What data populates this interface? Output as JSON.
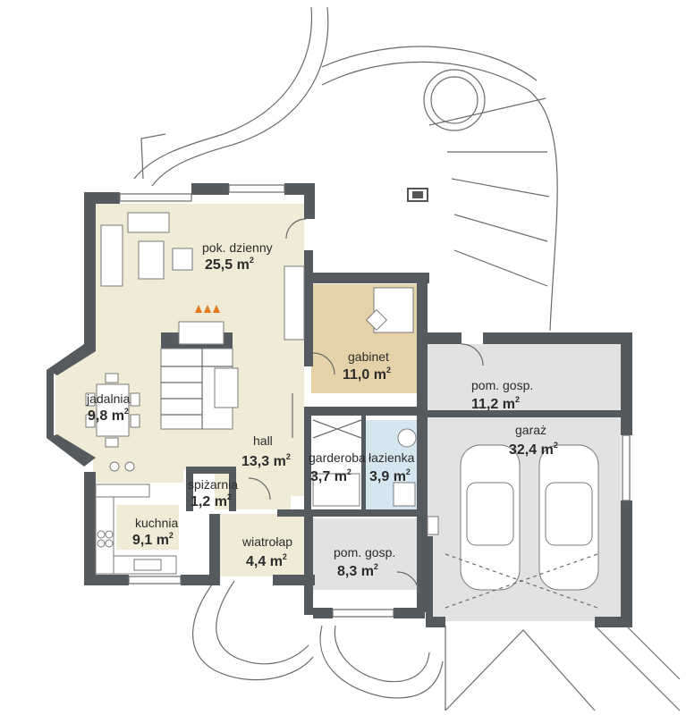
{
  "rooms": [
    {
      "id": "pokoj-dzienny",
      "name": "pok. dzienny",
      "area": "25,5 m",
      "sup": "2"
    },
    {
      "id": "jadalnia",
      "name": "jadalnia",
      "area": "9,8 m",
      "sup": "2"
    },
    {
      "id": "hall",
      "name": "hall",
      "area": "13,3 m",
      "sup": "2"
    },
    {
      "id": "spizarnia",
      "name": "spiżarnia",
      "area": "1,2 m",
      "sup": "2"
    },
    {
      "id": "kuchnia",
      "name": "kuchnia",
      "area": "9,1 m",
      "sup": "2"
    },
    {
      "id": "wiatrolap",
      "name": "wiatrołap",
      "area": "4,4 m",
      "sup": "2"
    },
    {
      "id": "gabinet",
      "name": "gabinet",
      "area": "11,0 m",
      "sup": "2"
    },
    {
      "id": "garderoba",
      "name": "garderoba",
      "area": "3,7 m",
      "sup": "2"
    },
    {
      "id": "lazienka",
      "name": "łazienka",
      "area": "3,9 m",
      "sup": "2"
    },
    {
      "id": "pom-gosp-small",
      "name": "pom. gosp.",
      "area": "8,3 m",
      "sup": "2"
    },
    {
      "id": "pom-gosp-garage",
      "name": "pom. gosp.",
      "area": "11,2 m",
      "sup": "2"
    },
    {
      "id": "garaz",
      "name": "garaż",
      "area": "32,4 m",
      "sup": "2"
    }
  ],
  "colors": {
    "living": "#efebd6",
    "study": "#e6d2a8",
    "bath": "#d6e6f0",
    "utility": "#e2e2e2",
    "wall": "#555a5f"
  }
}
